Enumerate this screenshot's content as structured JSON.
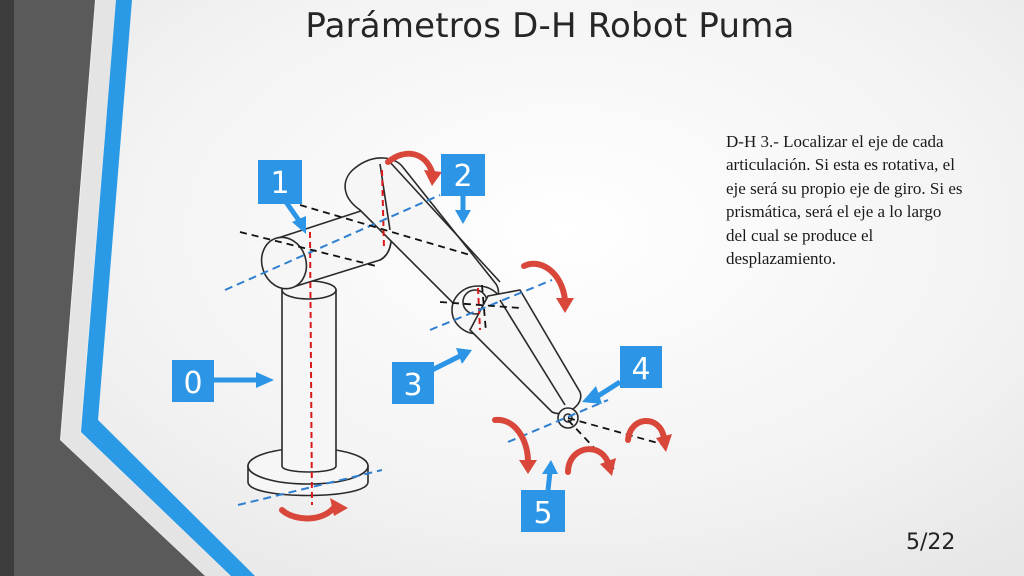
{
  "title": "Parámetros D-H Robot Puma",
  "description": "D-H 3.- Localizar el eje de cada articulación. Si esta es rotativa, el eje será su propio eje de giro. Si es prismática, será el eje a lo largo del cual se produce el desplazamiento.",
  "page_number": "5/22",
  "joint_labels": [
    "0",
    "1",
    "2",
    "3",
    "4",
    "5"
  ],
  "colors": {
    "label_box": "#2c95e6",
    "rotation_arrow": "#d9463a",
    "z_axis": "#d91a1a",
    "joint_axis": "#2f7fd0",
    "decor_dark": "#555555",
    "decor_blue": "#2a9ae6"
  }
}
